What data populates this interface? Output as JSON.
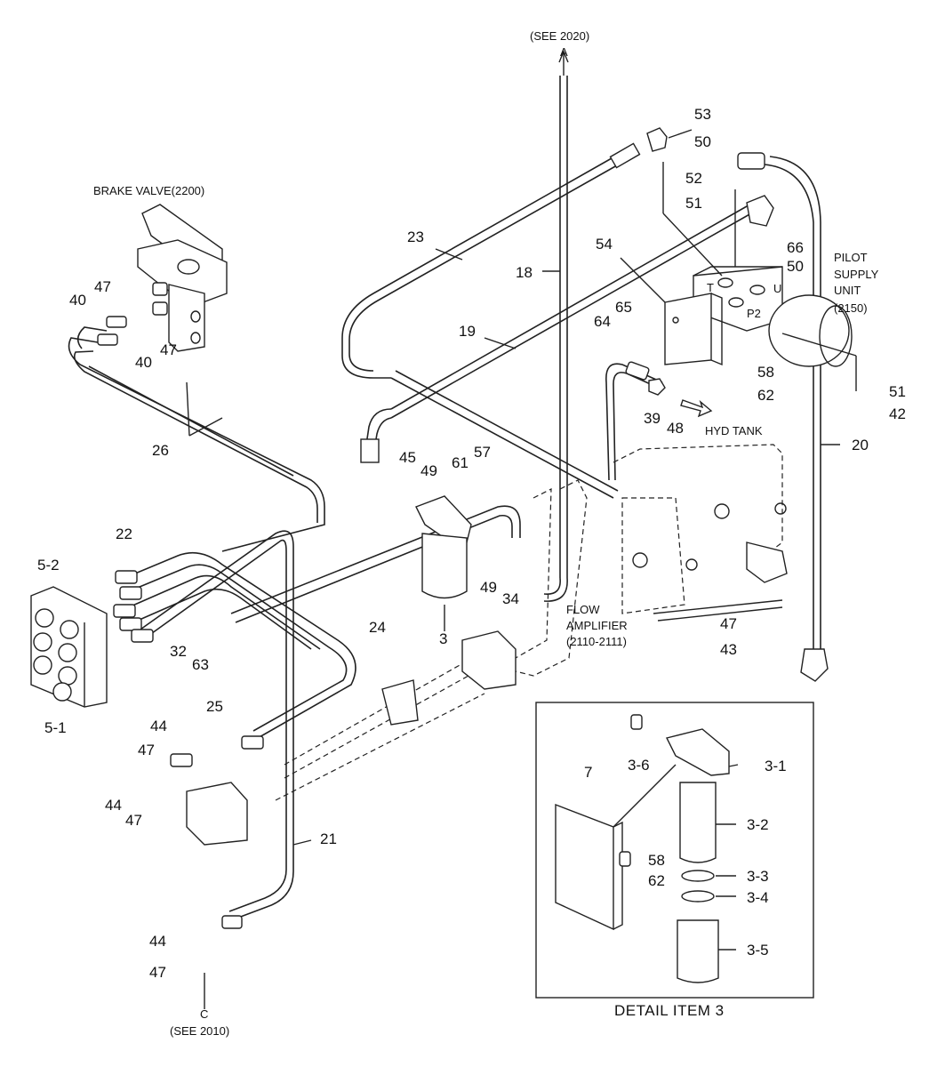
{
  "callouts": {
    "brake_valve": "BRAKE VALVE(2200)",
    "see_2020": "(SEE 2020)",
    "a": "A",
    "pilot": "PILOT",
    "supply": "SUPPLY",
    "unit": "UNIT",
    "unit_ref": "(2150)",
    "hyd_tank": "HYD TANK",
    "flow": "FLOW",
    "amplifier": "AMPLIFIER",
    "flow_ref": "(2110-2111)",
    "c": "C",
    "see_2010": "(SEE 2010)",
    "detail_title": "DETAIL ITEM 3",
    "port_t": "T",
    "port_u": "U",
    "port_p2": "P2"
  },
  "parts": {
    "p53": "53",
    "p50a": "50",
    "p52": "52",
    "p51a": "51",
    "p66": "66",
    "p50b": "50",
    "p23": "23",
    "p18": "18",
    "p54": "54",
    "p65": "65",
    "p64": "64",
    "p19": "19",
    "p58a": "58",
    "p62a": "62",
    "p51b": "51",
    "p42": "42",
    "p39": "39",
    "p48": "48",
    "p20": "20",
    "p47a": "47",
    "p40a": "40",
    "p47b": "47",
    "p40b": "40",
    "p26": "26",
    "p45": "45",
    "p49a": "49",
    "p61": "61",
    "p57": "57",
    "p22": "22",
    "p52b": "5-2",
    "p49b": "49",
    "p34": "34",
    "p3": "3",
    "p24": "24",
    "p32": "32",
    "p63": "63",
    "p51c": "5-1",
    "p25": "25",
    "p47c": "47",
    "p43": "43",
    "p44a": "44",
    "p47d": "47",
    "p44b": "44",
    "p47e": "47",
    "p21": "21",
    "p44c": "44",
    "p47f": "47",
    "p36": "3-6",
    "p31": "3-1",
    "p7": "7",
    "p32d": "3-2",
    "p58b": "58",
    "p62b": "62",
    "p33": "3-3",
    "p34d": "3-4",
    "p35": "3-5"
  }
}
